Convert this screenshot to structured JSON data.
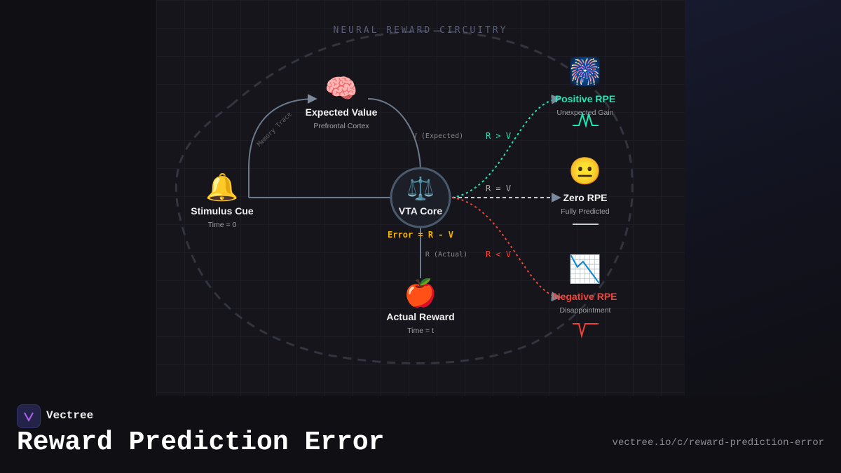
{
  "header": {
    "title": "NEURAL REWARD CIRCUITRY"
  },
  "nodes": {
    "stimulus": {
      "icon": "bell-icon",
      "glyph": "🔔",
      "title": "Stimulus Cue",
      "subtitle": "Time = 0"
    },
    "expected": {
      "icon": "brain-icon",
      "glyph": "🧠",
      "title": "Expected Value",
      "subtitle": "Prefrontal Cortex"
    },
    "vta": {
      "icon": "balance-scale-icon",
      "glyph": "⚖️",
      "title": "VTA Core",
      "formula": "Error = R - V"
    },
    "reward": {
      "icon": "apple-icon",
      "glyph": "🍎",
      "title": "Actual Reward",
      "subtitle": "Time = t"
    },
    "positive": {
      "icon": "fireworks-icon",
      "glyph": "🎆",
      "title": "Positive RPE",
      "subtitle": "Unexpected Gain",
      "color": "#1de9b6"
    },
    "zero": {
      "icon": "neutral-face-icon",
      "glyph": "😐",
      "title": "Zero RPE",
      "subtitle": "Fully Predicted",
      "color": "#f0f0f0"
    },
    "negative": {
      "icon": "chart-decreasing-icon",
      "glyph": "📉",
      "title": "Negative RPE",
      "subtitle": "Disappointment",
      "color": "#f44336"
    }
  },
  "edge_labels": {
    "memory": "Memory Trace",
    "expected": "V (Expected)",
    "actual": "R (Actual)",
    "greater": "R > V",
    "equal": "R = V",
    "less": "R < V"
  },
  "colors": {
    "formula": "#f5b400",
    "connector": "#6b7a8c"
  },
  "footer": {
    "brand": "Vectree",
    "title": "Reward Prediction Error",
    "url": "vectree.io/c/reward-prediction-error"
  }
}
